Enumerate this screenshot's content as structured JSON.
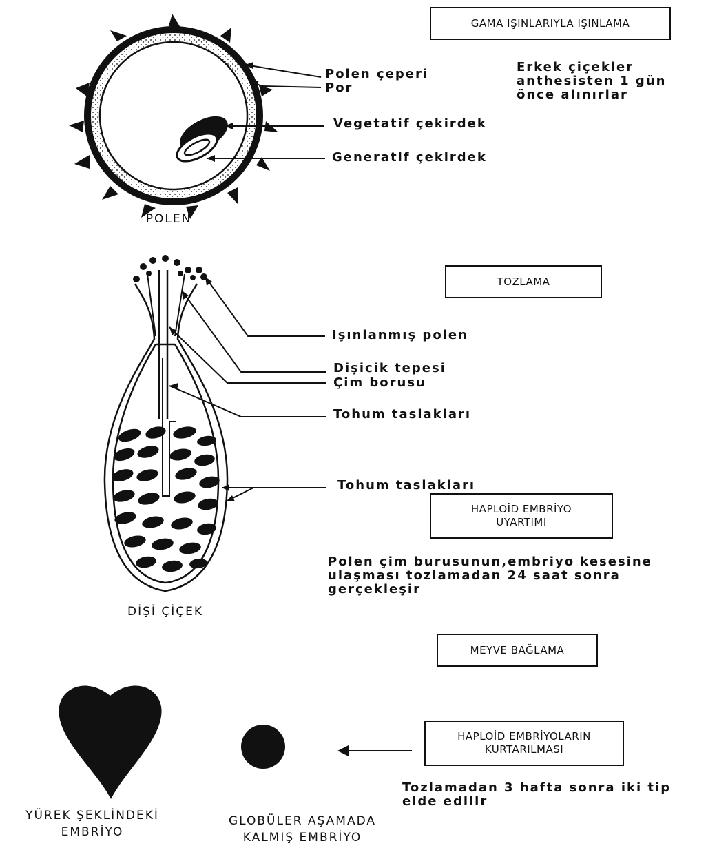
{
  "stage1": {
    "box_label": "GAMA IŞINLARIYLA IŞINLAMA",
    "note": "Erkek çiçekler\nanthesisten 1 gün\nönce alınırlar",
    "labels": [
      "Polen çeperi",
      "Por",
      "Vegetatif çekirdek",
      "Generatif çekirdek"
    ],
    "caption": "POLEN"
  },
  "stage2": {
    "box_label": "TOZLAMA",
    "labels": [
      "Işınlanmış polen",
      "Dişicik tepesi",
      "Çim borusu",
      "Tohum taslakları",
      "Tohum taslakları"
    ],
    "caption": "DİŞİ ÇİÇEK"
  },
  "stage3": {
    "box_label": "HAPLOİD EMBRİYO\nUYARTIMI",
    "note": "Polen çim burusunun,embriyo kesesine\nulaşması tozlamadan 24 saat sonra\ngerçekleşir"
  },
  "stage4": {
    "box_label": "MEYVE BAĞLAMA"
  },
  "stage5": {
    "box_label": "HAPLOİD EMBRİYOLARIN\nKURTARILMASI",
    "note": "Tozlamadan 3 hafta sonra iki tip\nelde edilir",
    "captions": [
      "YÜREK ŞEKLİNDEKİ\nEMBRİYO",
      "GLOBÜLER AŞAMADA\nKALMIŞ EMBRİYO"
    ]
  },
  "colors": {
    "ink": "#111111",
    "paper": "#ffffff"
  }
}
